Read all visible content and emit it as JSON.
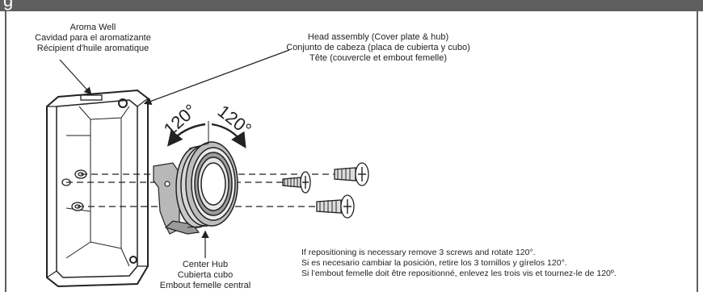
{
  "header": {
    "title_fragment": "g"
  },
  "labels": {
    "aroma_well": [
      "Aroma Well",
      "Cavidad para el aromatizante",
      "Récipient d'huile aromatique"
    ],
    "head_assembly": [
      "Head assembly (Cover plate & hub)",
      "Conjunto de cabeza (placa de cubierta y cubo)",
      "Tête (couvercle et embout femelle)"
    ],
    "center_hub": [
      "Center Hub",
      "Cubierta cubo",
      "Embout femelle central"
    ],
    "reposition_note": [
      "If repositioning is necessary remove 3 screws and rotate 120°.",
      "Si es necesario cambiar la posición, retire los 3 tornillos y gírelos 120°.",
      "Si l’embout femelle doit être repositionné, enlevez les trois vis et tournez-le de 120º."
    ]
  },
  "angles": {
    "left": "120°",
    "right": "120°"
  },
  "colors": {
    "header": "#5f5f5f",
    "line": "#222222",
    "hub_ring": "#9a9a9a",
    "bracket": "#b8b8b8"
  }
}
